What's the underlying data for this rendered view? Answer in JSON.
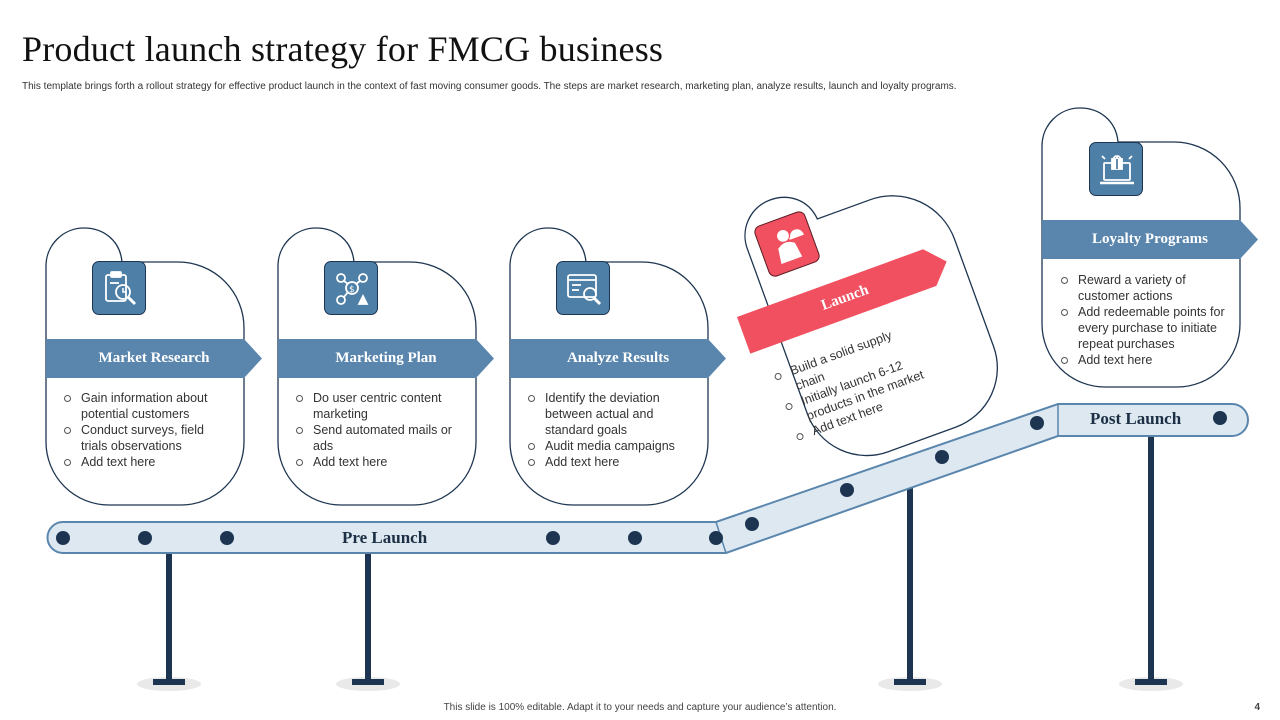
{
  "slide": {
    "title": "Product launch strategy for FMCG business",
    "subtitle": "This template brings forth a rollout strategy for effective product launch in the context of fast moving consumer goods. The steps are market research, marketing plan, analyze results, launch and loyalty programs.",
    "footer": "This slide is 100% editable. Adapt it to your needs and capture your audience’s attention.",
    "page_number": "4"
  },
  "colors": {
    "primary_blue": "#5a86ad",
    "dark_navy": "#1d3550",
    "launch_red": "#f0505f",
    "track_fill": "#dde8f1"
  },
  "tracks": {
    "pre_launch": "Pre Launch",
    "post_launch": "Post Launch"
  },
  "steps": [
    {
      "title": "Market Research",
      "icon": "clipboard-analysis-icon",
      "points": [
        "Gain information about potential customers",
        "Conduct surveys, field trials observations",
        "Add text here"
      ]
    },
    {
      "title": "Marketing Plan",
      "icon": "marketing-network-icon",
      "points": [
        "Do user centric content marketing",
        "Send automated mails or ads",
        "Add text here"
      ]
    },
    {
      "title": "Analyze Results",
      "icon": "browser-magnifier-icon",
      "points": [
        "Identify the deviation between actual and standard goals",
        "Audit media campaigns",
        "Add text here"
      ]
    },
    {
      "title": "Launch",
      "icon": "waiter-serving-icon",
      "points": [
        "Build a solid supply chain",
        "Initially launch 6-12 products in the market",
        "Add text here"
      ]
    },
    {
      "title": "Loyalty Programs",
      "icon": "gift-laptop-icon",
      "points": [
        "Reward a variety of customer actions",
        "Add redeemable points for every purchase to initiate repeat purchases",
        "Add text here"
      ]
    }
  ]
}
